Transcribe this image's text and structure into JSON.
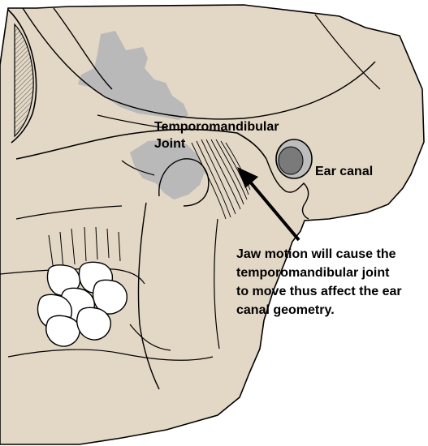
{
  "labels": {
    "joint_line1": "Temporomandibular",
    "joint_line2": "Joint",
    "ear_canal": "Ear canal",
    "note_lines": [
      "Jaw motion will cause the",
      "temporomandibular joint",
      "to move thus affect the ear",
      "canal geometry."
    ]
  },
  "colors": {
    "bone": "#e3d7c5",
    "shadow": "#b9b9b9",
    "outline": "#000000",
    "tooth": "#ffffff",
    "canal_outer": "#bdbdbd",
    "canal_inner": "#7a7a7a"
  }
}
